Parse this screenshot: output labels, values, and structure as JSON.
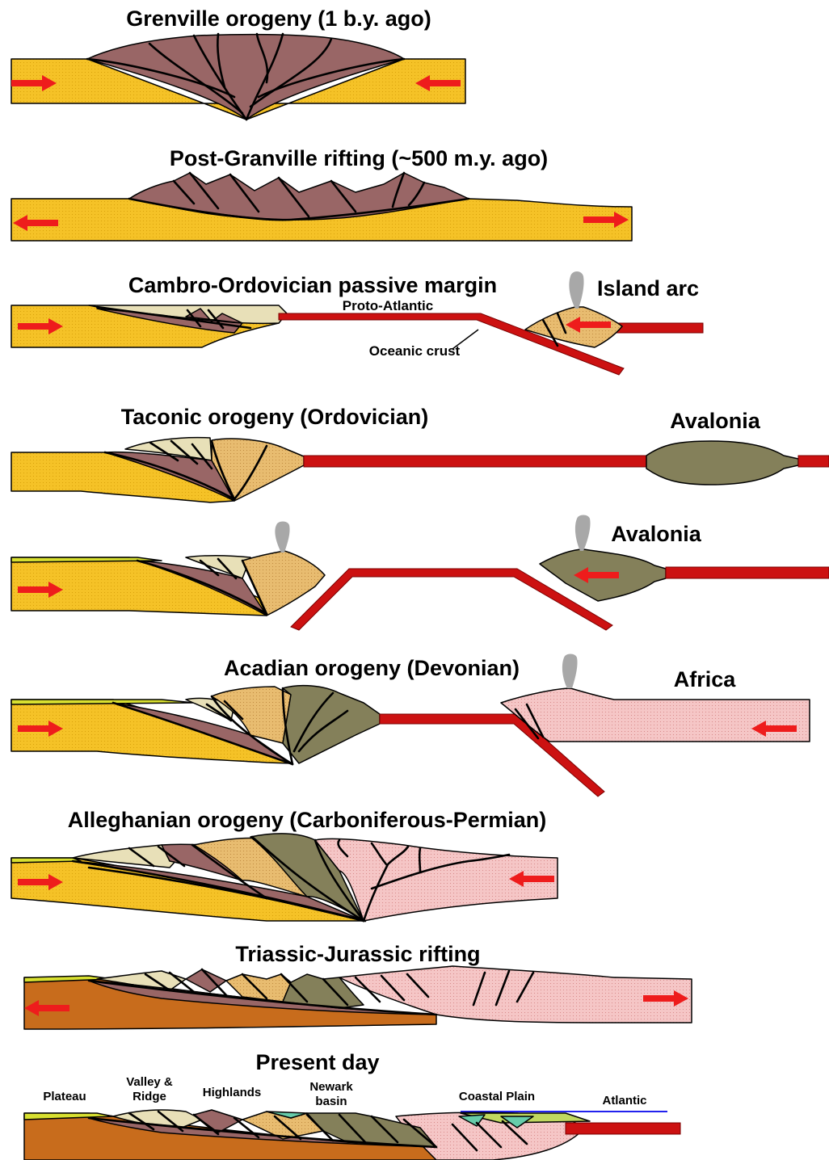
{
  "panels": [
    {
      "title": "Grenville orogeny (1 b.y. ago)"
    },
    {
      "title": "Post-Granville rifting (~500 m.y. ago)"
    },
    {
      "title": "Cambro-Ordovician passive margin",
      "labels": {
        "island_arc": "Island arc",
        "proto_atlantic": "Proto-Atlantic",
        "oceanic_crust": "Oceanic crust"
      }
    },
    {
      "title": "Taconic orogeny (Ordovician)",
      "labels": {
        "avalonia": "Avalonia"
      }
    },
    {
      "title": "",
      "labels": {
        "avalonia": "Avalonia"
      }
    },
    {
      "title": "Acadian orogeny (Devonian)",
      "labels": {
        "africa": "Africa"
      }
    },
    {
      "title": "Alleghanian orogeny (Carboniferous-Permian)"
    },
    {
      "title": "Triassic-Jurassic rifting"
    },
    {
      "title": "Present day",
      "labels": {
        "plateau": "Plateau",
        "valley_ridge_1": "Valley &",
        "valley_ridge_2": "Ridge",
        "highlands": "Highlands",
        "newark_1": "Newark",
        "newark_2": "basin",
        "coastal_plain": "Coastal Plain",
        "atlantic": "Atlantic"
      }
    }
  ],
  "colors": {
    "continental_crust": "#f5c227",
    "ancient_orogen": "#996666",
    "shelf_sediments": "#e8e0b8",
    "island_arc": "#e8bc70",
    "avalonia": "#84805a",
    "africa": "#f5c6c6",
    "oceanic_crust": "#cc1111",
    "basement_rift": "#c86c1c",
    "volcano": "#a8a8a8",
    "rift_sediment": "#d8e030",
    "newark_basin": "#66ccaa",
    "coastal_plain": "#c0d860",
    "sea_level": "#2222ee",
    "motion_arrow": "#ee1c1c"
  }
}
